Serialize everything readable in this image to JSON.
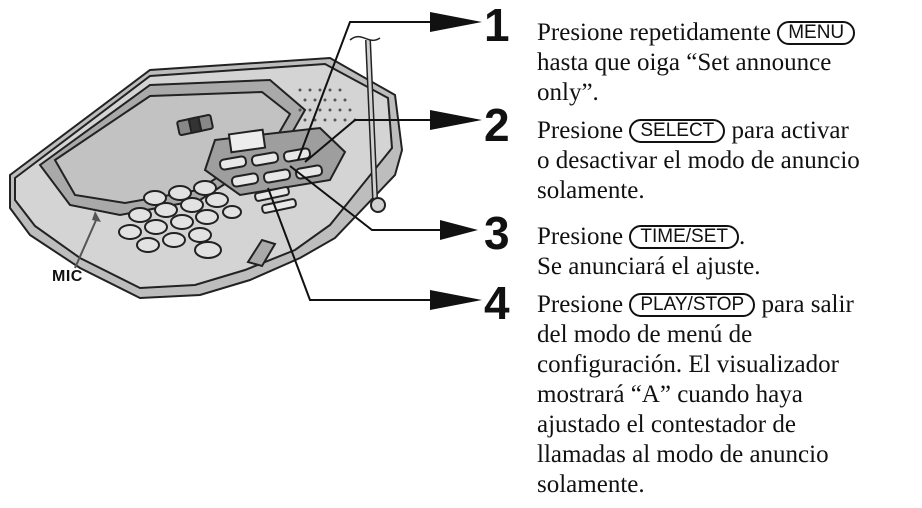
{
  "mic_label": "MIC",
  "steps": [
    {
      "number": "1",
      "lead": "Presione repetidamente",
      "key": "MENU",
      "lines": [
        "hasta que oiga “Set announce",
        "only”."
      ]
    },
    {
      "number": "2",
      "lead": "Presione",
      "key": "SELECT",
      "tail": "para activar",
      "lines": [
        "o desactivar el modo de anuncio",
        "solamente."
      ]
    },
    {
      "number": "3",
      "lead": "Presione",
      "key": "TIME/SET",
      "tail": ".",
      "lines": [
        "Se anunciará el ajuste."
      ]
    },
    {
      "number": "4",
      "lead": "Presione",
      "key": "PLAY/STOP",
      "tail": "para salir",
      "lines": [
        "del modo de menú de",
        "configuración.  El visualizador",
        "mostrará “A” cuando haya",
        "ajustado el contestador de",
        "llamadas al modo de anuncio",
        "solamente."
      ]
    }
  ]
}
